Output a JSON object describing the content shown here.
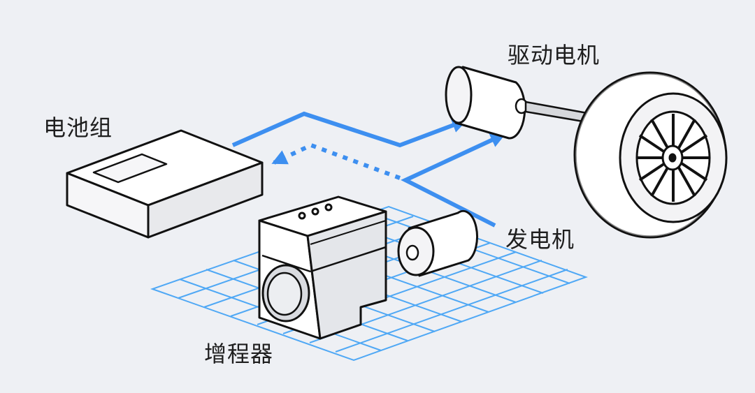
{
  "labels": {
    "drive_motor": "驱动电机",
    "battery": "电池组",
    "generator": "发电机",
    "range_extender": "增程器"
  },
  "colors": {
    "background": "#eef0f4",
    "flow_line": "#3d8ff0",
    "grid_line": "#4fa8f5",
    "outline": "#111111",
    "body_fill": "#ffffff",
    "shade_fill": "#e4e6ea"
  }
}
